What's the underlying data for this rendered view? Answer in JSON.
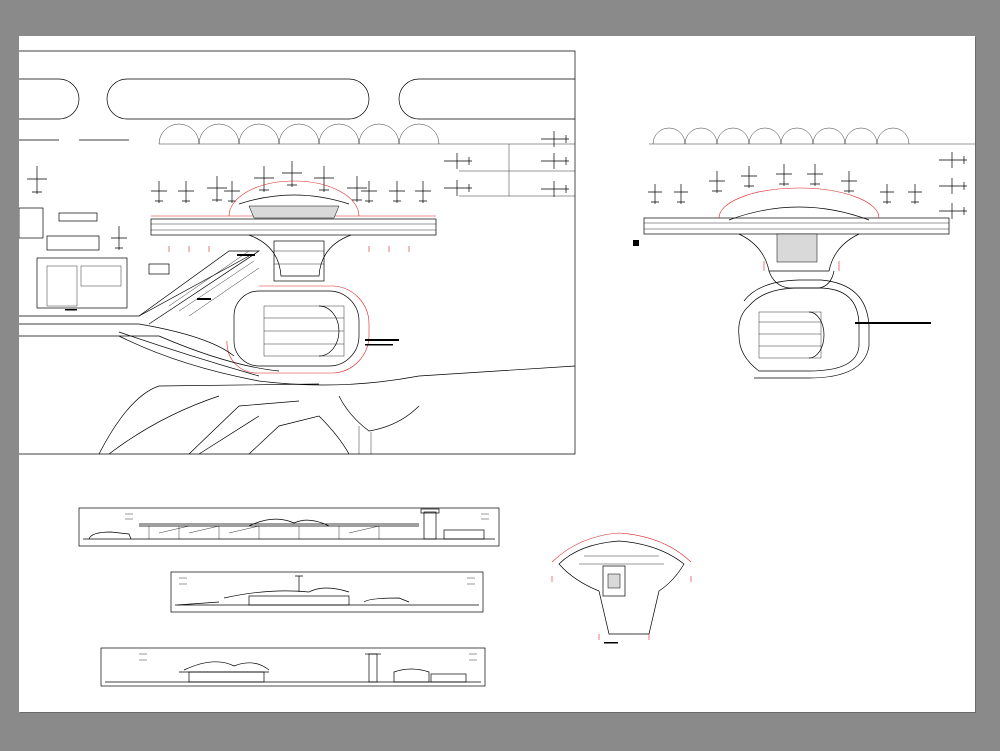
{
  "sheet": {
    "background": "#ffffff",
    "workspace": "#8a8a8a",
    "line_color": "#000000",
    "accent_color": "#dd2222"
  },
  "views": {
    "site_plan": {
      "icon": "site-plan-drawing"
    },
    "floor_plan": {
      "icon": "floor-plan-drawing"
    },
    "section_1": {
      "caption": "",
      "icon": "elevation-drawing"
    },
    "section_2": {
      "caption": "",
      "icon": "elevation-drawing"
    },
    "section_3": {
      "caption": "",
      "icon": "elevation-drawing"
    },
    "detail_plan": {
      "icon": "terminal-detail-drawing"
    }
  }
}
